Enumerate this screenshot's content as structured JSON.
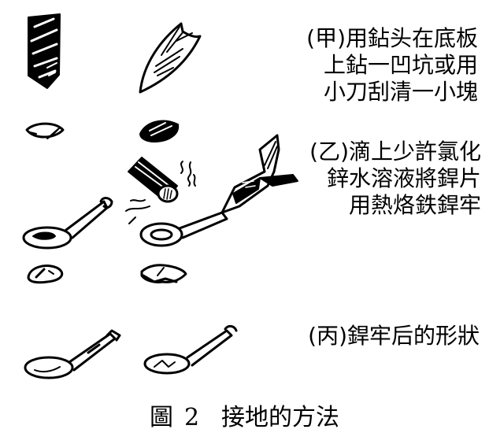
{
  "figure": {
    "steps": [
      {
        "id": "jia",
        "lines": [
          "(甲)用鉆头在底板",
          "上鉆一凹坑或用",
          "小刀刮清一小塊"
        ]
      },
      {
        "id": "yi",
        "lines": [
          "(乙)滴上少許氯化",
          "鋅水溶液將銲片",
          "用熱烙鉄銲牢"
        ]
      },
      {
        "id": "bing",
        "lines": [
          "(丙)銲牢后的形狀"
        ]
      }
    ],
    "caption": {
      "prefix": "圖",
      "number": "2",
      "title": "接地的方法"
    },
    "illustrations": [
      "drill-bit",
      "knife-blade",
      "drilled-pit",
      "scraped-spot",
      "solder-stick",
      "solder-lug",
      "soldering-iron",
      "lug-on-iron",
      "solder-blob",
      "solder-blob-rough",
      "soldered-lug-1",
      "soldered-lug-2"
    ]
  }
}
